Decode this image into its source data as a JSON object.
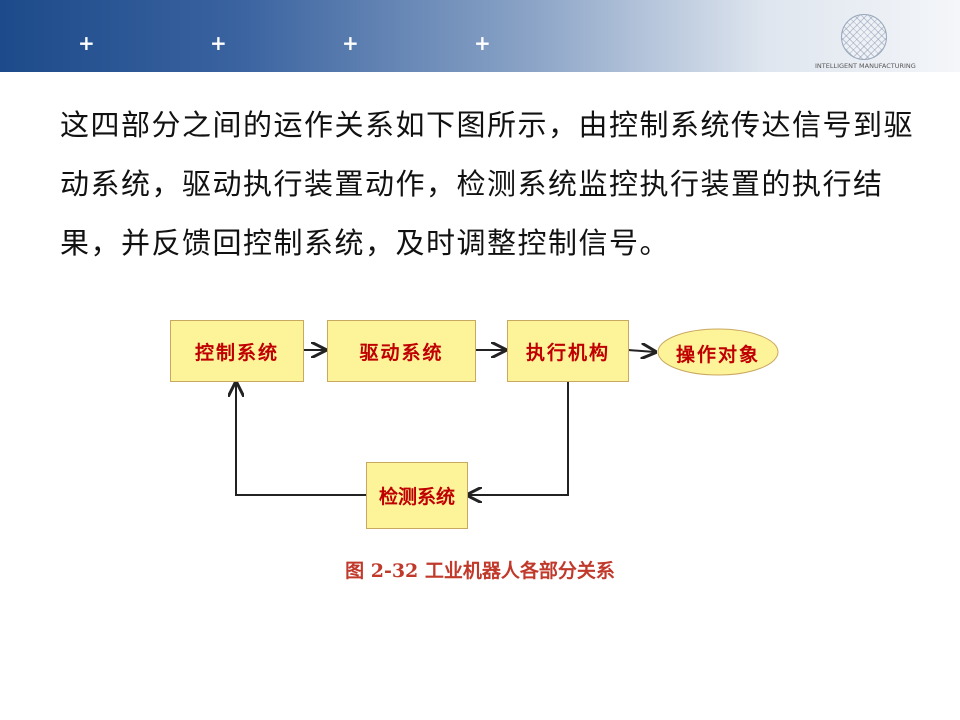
{
  "header": {
    "logo_text": "INTELLIGENT MANUFACTURING"
  },
  "paragraph": "这四部分之间的运作关系如下图所示，由控制系统传达信号到驱动系统，驱动执行装置动作，检测系统监控执行装置的执行结果，并反馈回控制系统，及时调整控制信号。",
  "diagram": {
    "nodes": {
      "control": "控制系统",
      "drive": "驱动系统",
      "actuator": "执行机构",
      "object": "操作对象",
      "detection": "检测系统"
    },
    "caption": "图 2-32 工业机器人各部分关系"
  },
  "colors": {
    "box_fill": "#fdf49a",
    "label": "#c00000",
    "header": "#1d4a8a"
  }
}
